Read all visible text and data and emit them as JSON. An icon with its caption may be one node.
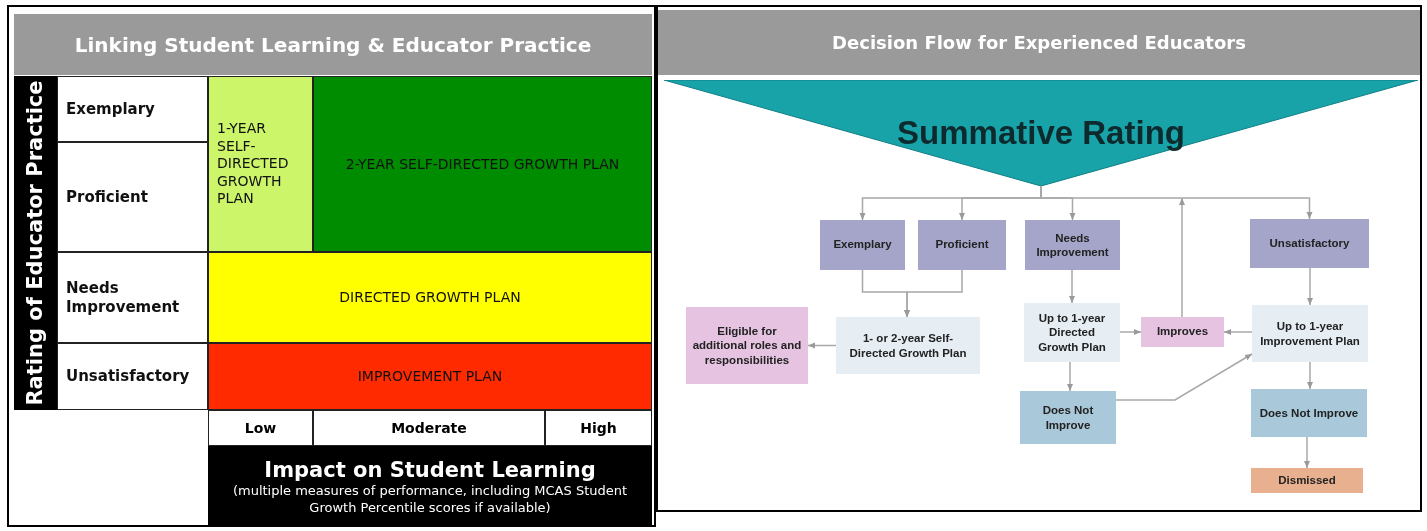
{
  "diagram": {
    "nodes": [
      {
        "text": [
          "Linking Student Learning & Educator Practice"
        ]
      },
      {
        "text": [
          "Rating of Educator Practice"
        ],
        "in": 0
      },
      {
        "text": [
          "Exemplary"
        ],
        "in": 0
      },
      {
        "text": [
          "Proficient"
        ],
        "in": 0
      },
      {
        "text": [
          "Needs Improvement"
        ],
        "in": 0
      },
      {
        "text": [
          "Unsatisfactory"
        ],
        "in": 0
      },
      {
        "text": [
          "1-YEAR SELF-DIRECTED GROWTH PLAN"
        ],
        "in": 0
      },
      {
        "text": [
          "2-YEAR SELF-DIRECTED GROWTH PLAN"
        ],
        "in": 0
      },
      {
        "text": [
          "DIRECTED GROWTH PLAN"
        ],
        "in": 0
      },
      {
        "text": [
          "IMPROVEMENT PLAN"
        ],
        "in": 0
      },
      {
        "text": [
          "Low"
        ],
        "in": 0
      },
      {
        "text": [
          "Moderate"
        ],
        "in": 0
      },
      {
        "text": [
          "High"
        ],
        "in": 0
      },
      {
        "text": [
          "Impact on Student Learning",
          "(multiple measures of performance, including MCAS Student Growth Percentile scores if available)"
        ],
        "in": 0
      },
      {
        "text": [
          "Decision Flow for Experienced Educators"
        ]
      },
      {
        "text": [
          "Summative Rating"
        ],
        "in": 14
      },
      {
        "text": [
          "Exemplary"
        ],
        "in": 14
      },
      {
        "text": [
          "Proficient"
        ],
        "in": 14
      },
      {
        "text": [
          "Needs Improvement"
        ],
        "in": 14
      },
      {
        "text": [
          "Unsatisfactory"
        ],
        "in": 14
      },
      {
        "text": [
          "Eligible for additional roles and responsibilities"
        ],
        "in": 14
      },
      {
        "text": [
          "1- or 2-year Self-Directed Growth Plan"
        ],
        "in": 14
      },
      {
        "text": [
          "Up to 1-year Directed Growth Plan"
        ],
        "in": 14
      },
      {
        "text": [
          "Improves"
        ],
        "in": 14
      },
      {
        "text": [
          "Up to 1-year Improvement Plan"
        ],
        "in": 14
      },
      {
        "text": [
          "Does Not Improve"
        ],
        "in": 14
      },
      {
        "text": [
          "Does Not Improve"
        ],
        "in": 14
      },
      {
        "text": [
          "Dismissed"
        ],
        "in": 14
      }
    ],
    "edges": [
      {
        "from": 15,
        "to": 16,
        "arrow": "to"
      },
      {
        "from": 15,
        "to": 17,
        "arrow": "to"
      },
      {
        "from": 15,
        "to": 18,
        "arrow": "to"
      },
      {
        "from": 15,
        "to": 19,
        "arrow": "to"
      },
      {
        "from": 23,
        "to": 15,
        "arrow": "to"
      },
      {
        "from": 16,
        "to": 21,
        "arrow": "to"
      },
      {
        "from": 17,
        "to": 21,
        "arrow": "to"
      },
      {
        "from": 21,
        "to": 20,
        "arrow": "to"
      },
      {
        "from": 18,
        "to": 22,
        "arrow": "to"
      },
      {
        "from": 22,
        "to": 23,
        "arrow": "to"
      },
      {
        "from": 22,
        "to": 25,
        "arrow": "to"
      },
      {
        "from": 25,
        "to": 24,
        "arrow": "to"
      },
      {
        "from": 19,
        "to": 24,
        "arrow": "to"
      },
      {
        "from": 24,
        "to": 23,
        "arrow": "to"
      },
      {
        "from": 24,
        "to": 26,
        "arrow": "to"
      },
      {
        "from": 26,
        "to": 27,
        "arrow": "to"
      }
    ]
  }
}
